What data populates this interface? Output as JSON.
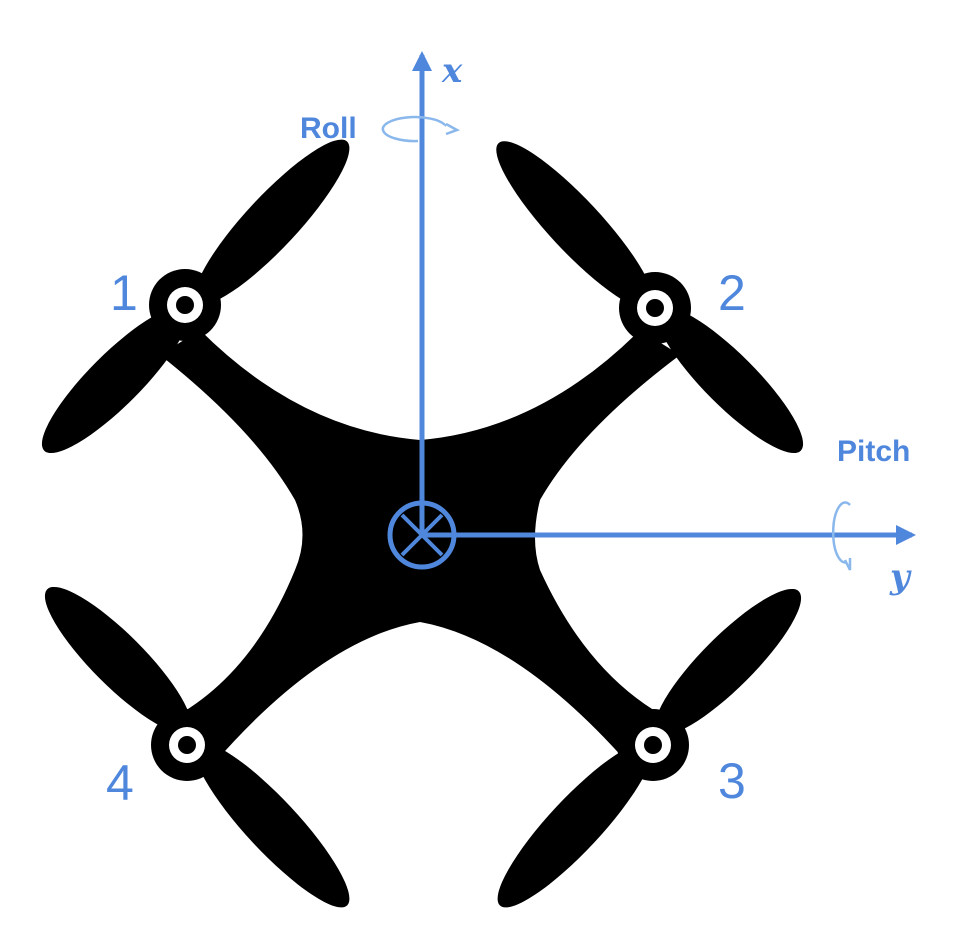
{
  "colors": {
    "body": "#000000",
    "accent": "#4f87dd",
    "accent_light": "#8ab8ec",
    "hub_ring": "#000000",
    "hub_fill": "#ffffff"
  },
  "axes": {
    "x_label": "x",
    "y_label": "y"
  },
  "rotations": {
    "roll_label": "Roll",
    "pitch_label": "Pitch"
  },
  "motors": [
    {
      "label": "1"
    },
    {
      "label": "2"
    },
    {
      "label": "3"
    },
    {
      "label": "4"
    }
  ]
}
